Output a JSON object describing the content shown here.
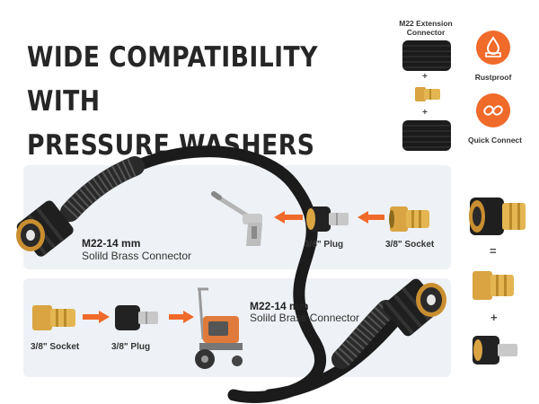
{
  "headline": {
    "line1": "WIDE COMPATIBILITY WITH",
    "line2": "PRESSURE WASHERS"
  },
  "sidebar": {
    "extension_title_line1": "M22 Extension",
    "extension_title_line2": "Connector",
    "plus1": "+",
    "plus2": "+",
    "rustproof_label": "Rustproof",
    "quick_connect_label": "Quick Connect",
    "rustproof_icon": "rustproof-icon",
    "quick_connect_icon": "quick-connect-icon"
  },
  "panel_top": {
    "connector_size": "M22-14 mm",
    "connector_desc": "Solild Brass Connector",
    "plug_label": "3/8\" Plug",
    "socket_label": "3/8\" Socket"
  },
  "panel_bottom": {
    "connector_size": "M22-14 mm",
    "connector_desc": "Solild Brass Connector",
    "socket_label": "3/8\" Socket",
    "plug_label": "3/8\" Plug"
  },
  "right_column": {
    "equals": "=",
    "plus": "+"
  },
  "colors": {
    "accent_orange": "#f06a2a",
    "brass": "#d9a441",
    "hose_black": "#1b1b1b",
    "panel_bg": "#eef1f5"
  }
}
